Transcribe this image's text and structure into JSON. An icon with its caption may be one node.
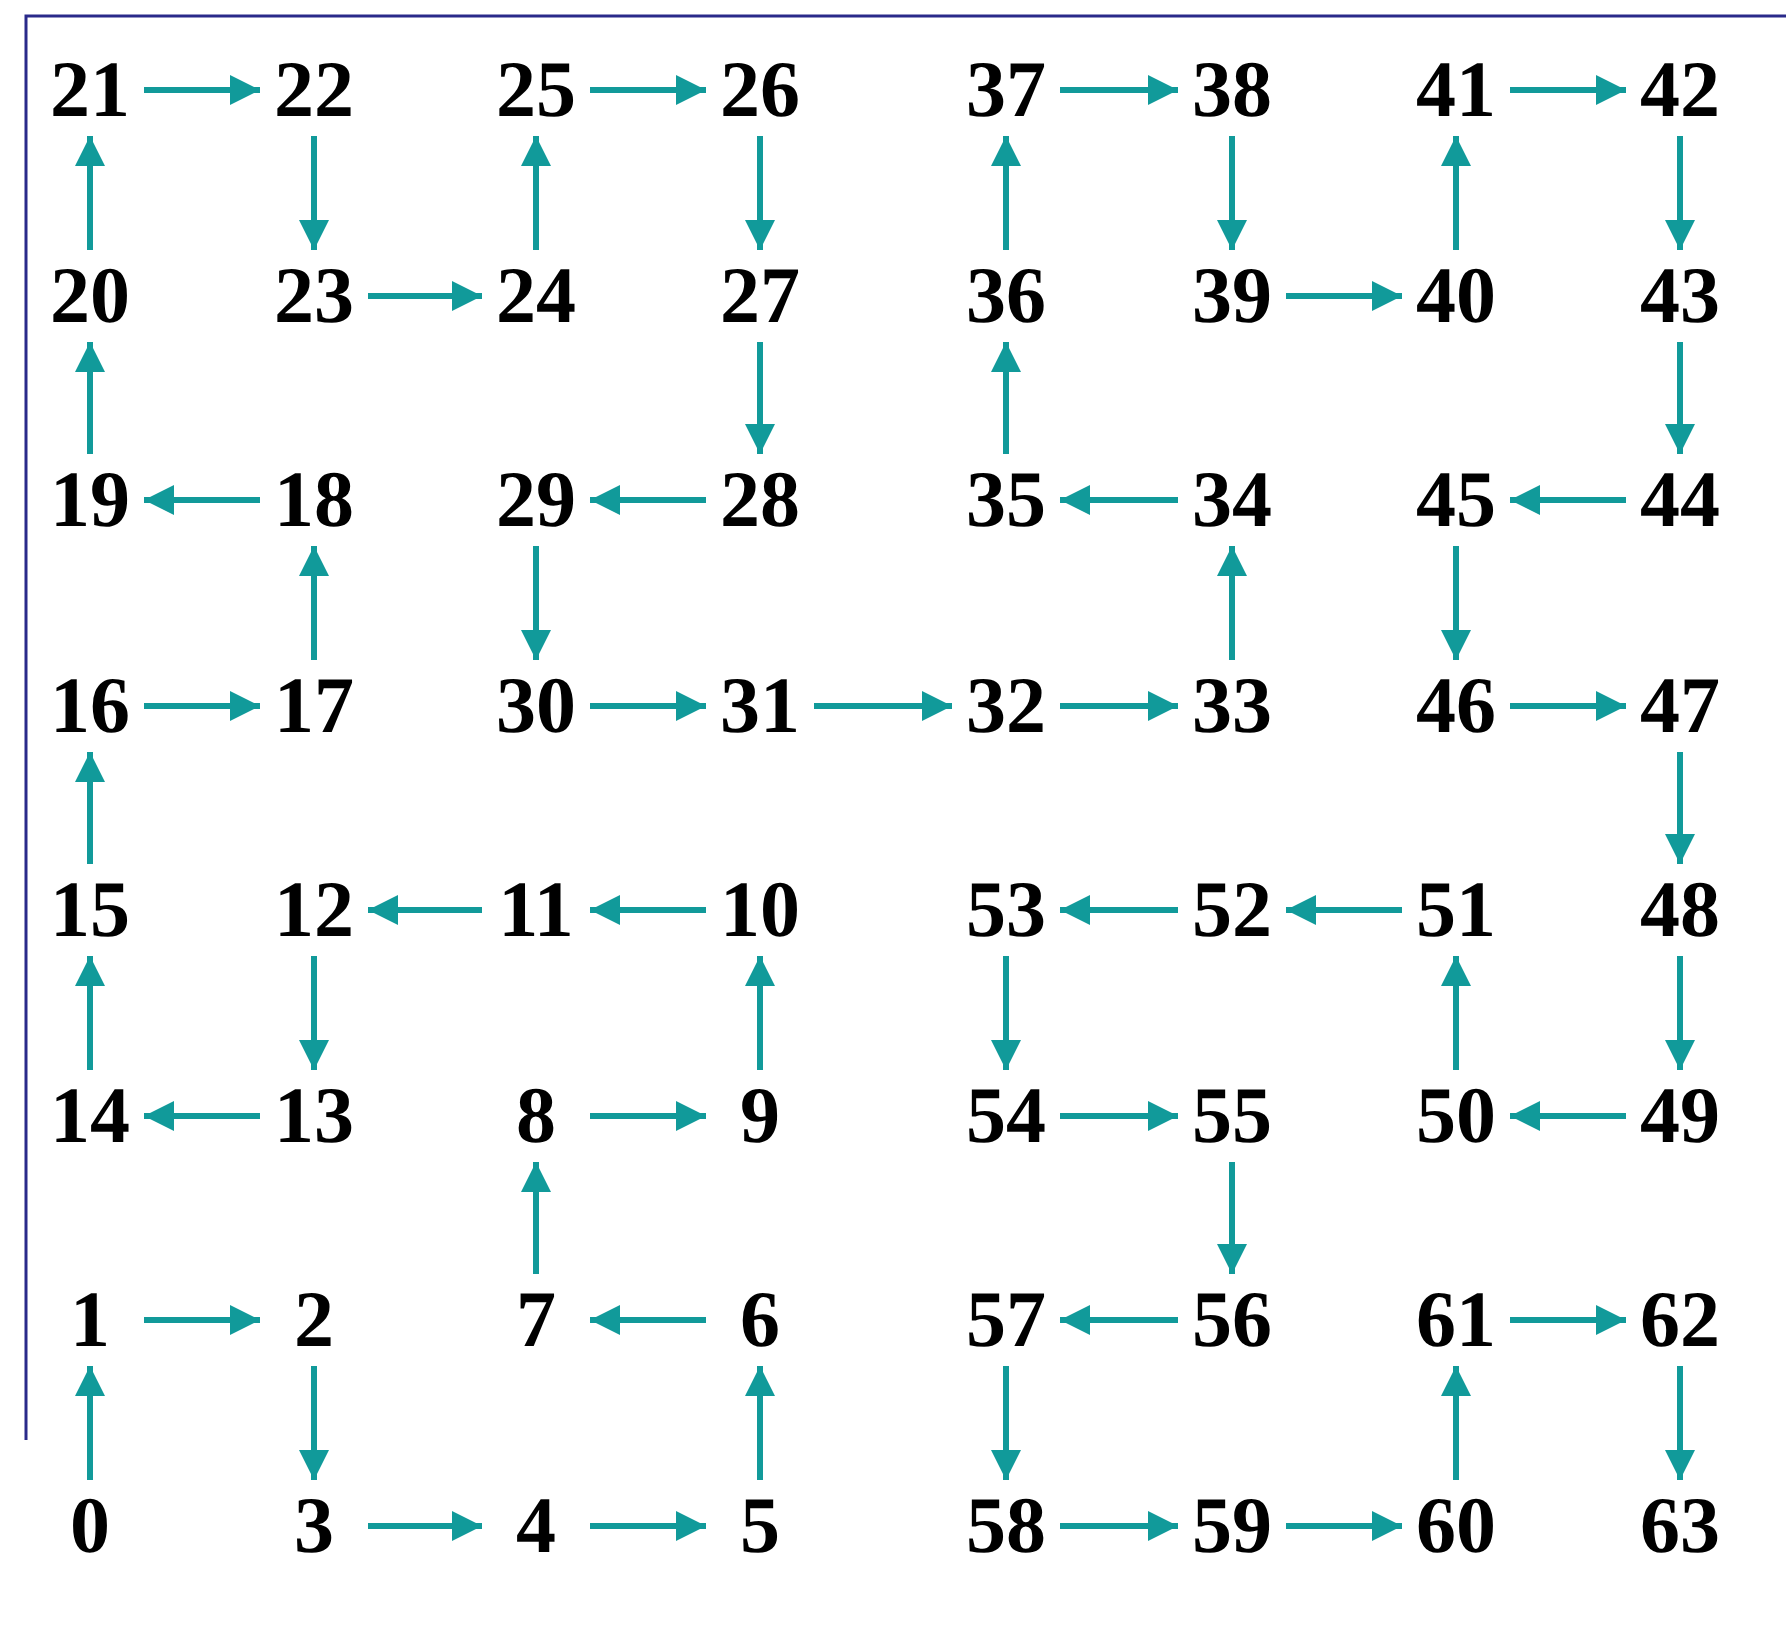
{
  "diagram": {
    "nodes": [
      {
        "text": [
          "0"
        ]
      },
      {
        "text": [
          "1"
        ]
      },
      {
        "text": [
          "2"
        ]
      },
      {
        "text": [
          "3"
        ]
      },
      {
        "text": [
          "4"
        ]
      },
      {
        "text": [
          "5"
        ]
      },
      {
        "text": [
          "6"
        ]
      },
      {
        "text": [
          "7"
        ]
      },
      {
        "text": [
          "8"
        ]
      },
      {
        "text": [
          "9"
        ]
      },
      {
        "text": [
          "10"
        ]
      },
      {
        "text": [
          "11"
        ]
      },
      {
        "text": [
          "12"
        ]
      },
      {
        "text": [
          "13"
        ]
      },
      {
        "text": [
          "14"
        ]
      },
      {
        "text": [
          "15"
        ]
      },
      {
        "text": [
          "16"
        ]
      },
      {
        "text": [
          "17"
        ]
      },
      {
        "text": [
          "18"
        ]
      },
      {
        "text": [
          "19"
        ]
      },
      {
        "text": [
          "20"
        ]
      },
      {
        "text": [
          "21"
        ]
      },
      {
        "text": [
          "22"
        ]
      },
      {
        "text": [
          "23"
        ]
      },
      {
        "text": [
          "24"
        ]
      },
      {
        "text": [
          "25"
        ]
      },
      {
        "text": [
          "26"
        ]
      },
      {
        "text": [
          "27"
        ]
      },
      {
        "text": [
          "28"
        ]
      },
      {
        "text": [
          "29"
        ]
      },
      {
        "text": [
          "30"
        ]
      },
      {
        "text": [
          "31"
        ]
      },
      {
        "text": [
          "32"
        ]
      },
      {
        "text": [
          "33"
        ]
      },
      {
        "text": [
          "34"
        ]
      },
      {
        "text": [
          "35"
        ]
      },
      {
        "text": [
          "36"
        ]
      },
      {
        "text": [
          "37"
        ]
      },
      {
        "text": [
          "38"
        ]
      },
      {
        "text": [
          "39"
        ]
      },
      {
        "text": [
          "40"
        ]
      },
      {
        "text": [
          "41"
        ]
      },
      {
        "text": [
          "42"
        ]
      },
      {
        "text": [
          "43"
        ]
      },
      {
        "text": [
          "44"
        ]
      },
      {
        "text": [
          "45"
        ]
      },
      {
        "text": [
          "46"
        ]
      },
      {
        "text": [
          "47"
        ]
      },
      {
        "text": [
          "48"
        ]
      },
      {
        "text": [
          "49"
        ]
      },
      {
        "text": [
          "50"
        ]
      },
      {
        "text": [
          "51"
        ]
      },
      {
        "text": [
          "52"
        ]
      },
      {
        "text": [
          "53"
        ]
      },
      {
        "text": [
          "54"
        ]
      },
      {
        "text": [
          "55"
        ]
      },
      {
        "text": [
          "56"
        ]
      },
      {
        "text": [
          "57"
        ]
      },
      {
        "text": [
          "58"
        ]
      },
      {
        "text": [
          "59"
        ]
      },
      {
        "text": [
          "60"
        ]
      },
      {
        "text": [
          "61"
        ]
      },
      {
        "text": [
          "62"
        ]
      },
      {
        "text": [
          "63"
        ]
      }
    ],
    "edges": [
      {
        "from": 0,
        "to": 1,
        "arrow": "to"
      },
      {
        "from": 1,
        "to": 2,
        "arrow": "to"
      },
      {
        "from": 2,
        "to": 3,
        "arrow": "to"
      },
      {
        "from": 3,
        "to": 4,
        "arrow": "to"
      },
      {
        "from": 4,
        "to": 5,
        "arrow": "to"
      },
      {
        "from": 5,
        "to": 6,
        "arrow": "to"
      },
      {
        "from": 6,
        "to": 7,
        "arrow": "to"
      },
      {
        "from": 7,
        "to": 8,
        "arrow": "to"
      },
      {
        "from": 8,
        "to": 9,
        "arrow": "to"
      },
      {
        "from": 9,
        "to": 10,
        "arrow": "to"
      },
      {
        "from": 10,
        "to": 11,
        "arrow": "to"
      },
      {
        "from": 11,
        "to": 12,
        "arrow": "to"
      },
      {
        "from": 12,
        "to": 13,
        "arrow": "to"
      },
      {
        "from": 13,
        "to": 14,
        "arrow": "to"
      },
      {
        "from": 14,
        "to": 15,
        "arrow": "to"
      },
      {
        "from": 15,
        "to": 16,
        "arrow": "to"
      },
      {
        "from": 16,
        "to": 17,
        "arrow": "to"
      },
      {
        "from": 17,
        "to": 18,
        "arrow": "to"
      },
      {
        "from": 18,
        "to": 19,
        "arrow": "to"
      },
      {
        "from": 19,
        "to": 20,
        "arrow": "to"
      },
      {
        "from": 20,
        "to": 21,
        "arrow": "to"
      },
      {
        "from": 21,
        "to": 22,
        "arrow": "to"
      },
      {
        "from": 22,
        "to": 23,
        "arrow": "to"
      },
      {
        "from": 23,
        "to": 24,
        "arrow": "to"
      },
      {
        "from": 24,
        "to": 25,
        "arrow": "to"
      },
      {
        "from": 25,
        "to": 26,
        "arrow": "to"
      },
      {
        "from": 26,
        "to": 27,
        "arrow": "to"
      },
      {
        "from": 27,
        "to": 28,
        "arrow": "to"
      },
      {
        "from": 28,
        "to": 29,
        "arrow": "to"
      },
      {
        "from": 29,
        "to": 30,
        "arrow": "to"
      },
      {
        "from": 30,
        "to": 31,
        "arrow": "to"
      },
      {
        "from": 31,
        "to": 32,
        "arrow": "to"
      },
      {
        "from": 32,
        "to": 33,
        "arrow": "to"
      },
      {
        "from": 33,
        "to": 34,
        "arrow": "to"
      },
      {
        "from": 34,
        "to": 35,
        "arrow": "to"
      },
      {
        "from": 35,
        "to": 36,
        "arrow": "to"
      },
      {
        "from": 36,
        "to": 37,
        "arrow": "to"
      },
      {
        "from": 37,
        "to": 38,
        "arrow": "to"
      },
      {
        "from": 38,
        "to": 39,
        "arrow": "to"
      },
      {
        "from": 39,
        "to": 40,
        "arrow": "to"
      },
      {
        "from": 40,
        "to": 41,
        "arrow": "to"
      },
      {
        "from": 41,
        "to": 42,
        "arrow": "to"
      },
      {
        "from": 42,
        "to": 43,
        "arrow": "to"
      },
      {
        "from": 43,
        "to": 44,
        "arrow": "to"
      },
      {
        "from": 44,
        "to": 45,
        "arrow": "to"
      },
      {
        "from": 45,
        "to": 46,
        "arrow": "to"
      },
      {
        "from": 46,
        "to": 47,
        "arrow": "to"
      },
      {
        "from": 47,
        "to": 48,
        "arrow": "to"
      },
      {
        "from": 48,
        "to": 49,
        "arrow": "to"
      },
      {
        "from": 49,
        "to": 50,
        "arrow": "to"
      },
      {
        "from": 50,
        "to": 51,
        "arrow": "to"
      },
      {
        "from": 51,
        "to": 52,
        "arrow": "to"
      },
      {
        "from": 52,
        "to": 53,
        "arrow": "to"
      },
      {
        "from": 53,
        "to": 54,
        "arrow": "to"
      },
      {
        "from": 54,
        "to": 55,
        "arrow": "to"
      },
      {
        "from": 55,
        "to": 56,
        "arrow": "to"
      },
      {
        "from": 56,
        "to": 57,
        "arrow": "to"
      },
      {
        "from": 57,
        "to": 58,
        "arrow": "to"
      },
      {
        "from": 58,
        "to": 59,
        "arrow": "to"
      },
      {
        "from": 59,
        "to": 60,
        "arrow": "to"
      },
      {
        "from": 60,
        "to": 61,
        "arrow": "to"
      },
      {
        "from": 61,
        "to": 62,
        "arrow": "to"
      },
      {
        "from": 62,
        "to": 63,
        "arrow": "to"
      }
    ]
  }
}
